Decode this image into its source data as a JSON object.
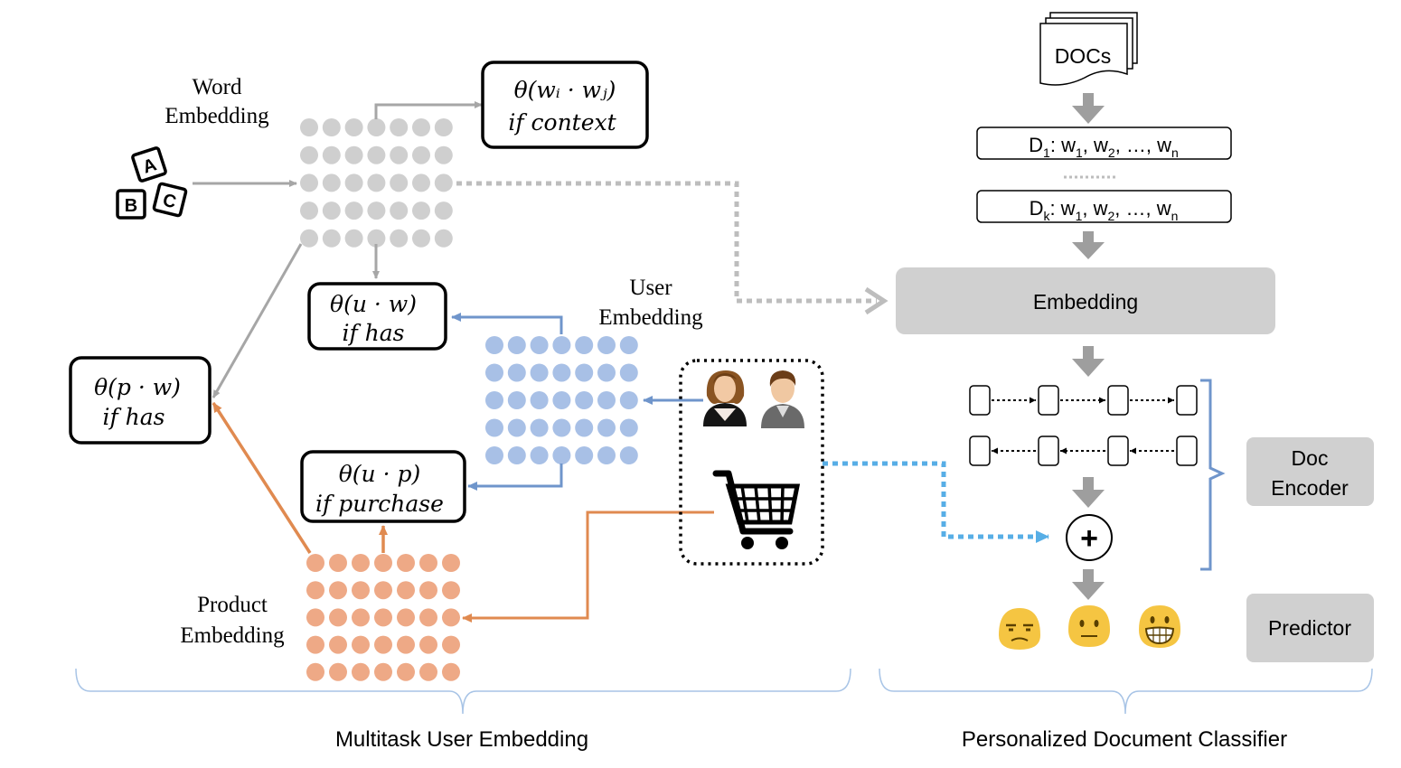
{
  "left_section": {
    "word_embedding_label": [
      "Word",
      "Embedding"
    ],
    "user_embedding_label": [
      "User",
      "Embedding"
    ],
    "product_embedding_label": [
      "Product",
      "Embedding"
    ],
    "abc_blocks": [
      "A",
      "B",
      "C"
    ],
    "formulas": {
      "word_context": [
        "θ(wᵢ · wⱼ)",
        "if context"
      ],
      "user_word": [
        "θ(u · w)",
        "if has"
      ],
      "product_word": [
        "θ(p · w)",
        "if has"
      ],
      "user_product": [
        "θ(u · p)",
        "if purchase"
      ]
    },
    "section_label": "Multitask User Embedding"
  },
  "right_section": {
    "docs_label": "DOCs",
    "doc_rows": [
      {
        "prefix": "D",
        "sub": "1",
        "rest": ": w",
        "w1": "1",
        "mid": ", w",
        "w2": "2",
        "tail": ", …, w",
        "wn": "n"
      },
      {
        "prefix": "D",
        "sub": "k",
        "rest": ": w",
        "w1": "1",
        "mid": ", w",
        "w2": "2",
        "tail": ", …, w",
        "wn": "n"
      }
    ],
    "embedding_label": "Embedding",
    "doc_encoder_label": [
      "Doc",
      "Encoder"
    ],
    "predictor_label": "Predictor",
    "plus_symbol": "+",
    "section_label": "Personalized Document Classifier"
  },
  "colors": {
    "gray_dot": "#cfcfcf",
    "blue_dot": "#a8c0e6",
    "orange_dot": "#eea986",
    "blue_line": "#6f95cb",
    "orange_line": "#e08a50",
    "gray_line": "#a6a6a6",
    "dotted_blue": "#57aee6",
    "box_gray": "#d0d0d0",
    "brace_blue": "#6f95cb",
    "emoji_yellow": "#f5c542"
  }
}
